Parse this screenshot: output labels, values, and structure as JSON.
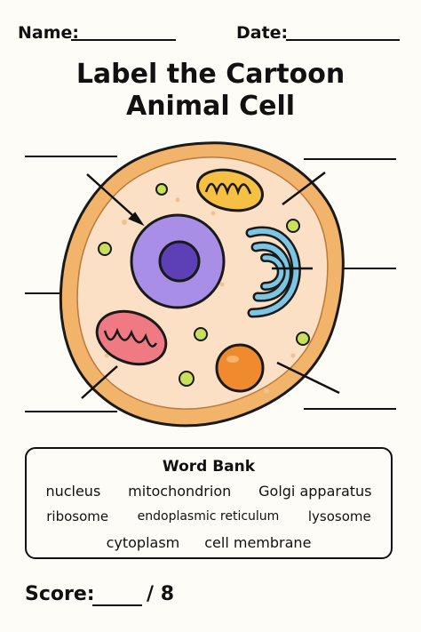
{
  "header": {
    "name_label": "Name:",
    "date_label": "Date:"
  },
  "title": {
    "line1": "Label the Cartoon",
    "line2": "Animal Cell"
  },
  "word_bank": {
    "title": "Word Bank",
    "row1": [
      "nucleus",
      "mitochondrion",
      "Golgi apparatus"
    ],
    "row2": [
      "ribosome",
      "endoplasmic reticulum",
      "lysosome"
    ],
    "row3": [
      "cytoplasm",
      "cell membrane"
    ]
  },
  "score": {
    "label": "Score:",
    "total": "/ 8"
  },
  "colors": {
    "membrane": "#f2b36b",
    "cytoplasm": "#fbe0c6",
    "nucleus": "#a98ee8",
    "nucleolus": "#5d3fb8",
    "mitochondrion_top": "#f5c043",
    "mitochondrion_left": "#ef7a84",
    "golgi": "#7cc6e3",
    "lysosome": "#f08a2e",
    "ribosome": "#c8e05a"
  }
}
